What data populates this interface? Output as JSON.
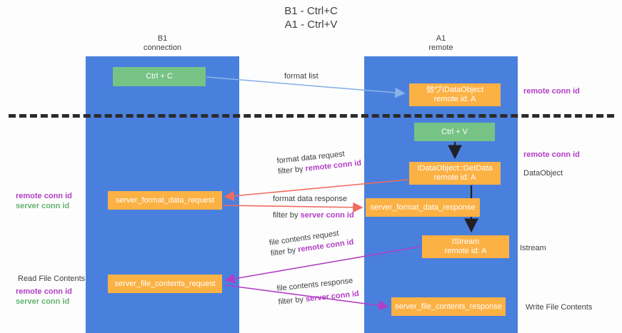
{
  "title": "B1 - Ctrl+C\nA1 - Ctrl+V",
  "lanes": [
    {
      "id": "b1",
      "header": "B1\nconnection"
    },
    {
      "id": "a1",
      "header": "A1\nremote"
    }
  ],
  "nodes": [
    {
      "id": "ctrl-c",
      "label": "Ctrl + C",
      "color": "#77c386"
    },
    {
      "id": "idataobject",
      "label": "倣ヷIDataObject\nremote id: A",
      "color": "#fbb144"
    },
    {
      "id": "ctrl-v",
      "label": "Ctrl + V",
      "color": "#77c386"
    },
    {
      "id": "idataobject-getdata",
      "label": "IDataObject::GetData\nremote id: A",
      "color": "#fbb144"
    },
    {
      "id": "server-format-data-request",
      "label": "server_format_data_request",
      "color": "#fbb144"
    },
    {
      "id": "server-format-data-response",
      "label": "server_format_data_response",
      "color": "#fbb144"
    },
    {
      "id": "istream",
      "label": "IStream\nremote id: A",
      "color": "#fbb144"
    },
    {
      "id": "server-file-contents-request",
      "label": "server_file_contents_request",
      "color": "#fbb144"
    },
    {
      "id": "server-file-contents-response",
      "label": "server_file_contents_response",
      "color": "#fbb144"
    }
  ],
  "edge_labels": {
    "format_list": "format list",
    "format_data_request_line1": "format data request",
    "format_data_request_filter_prefix": "filter by ",
    "format_data_request_filter_key": "remote conn id",
    "format_data_response_line1": "format data response",
    "format_data_response_filter_prefix": "filter by ",
    "format_data_response_filter_key": "server conn id",
    "file_contents_request_line1": "file contents request",
    "file_contents_request_filter_prefix": "filter by ",
    "file_contents_request_filter_key": "remote conn id",
    "file_contents_response_line1": "file contents response",
    "file_contents_response_filter_prefix": "filter by ",
    "file_contents_response_filter_key": "server conn id"
  },
  "side_labels": {
    "remote_conn_id_top": "remote conn id",
    "remote_conn_id_mid": "remote conn id",
    "dataobject": "DataObject",
    "istream": "Istream",
    "write_file_contents": "Write File Contents",
    "read_file_contents": "Read File Contents",
    "remote_conn_id_key": "remote conn id",
    "server_conn_id_key": "server conn id"
  },
  "colors": {
    "lane": "#4a80dd",
    "node_green": "#77c386",
    "node_orange": "#fbb144",
    "remote_key": "#b23ec6",
    "server_key": "#64b36e",
    "arrow_blue": "#8ab4e8",
    "arrow_red": "#ef6b5f",
    "arrow_purple": "#b23ec6",
    "arrow_black": "#202124",
    "divider": "#2b2b2b"
  }
}
